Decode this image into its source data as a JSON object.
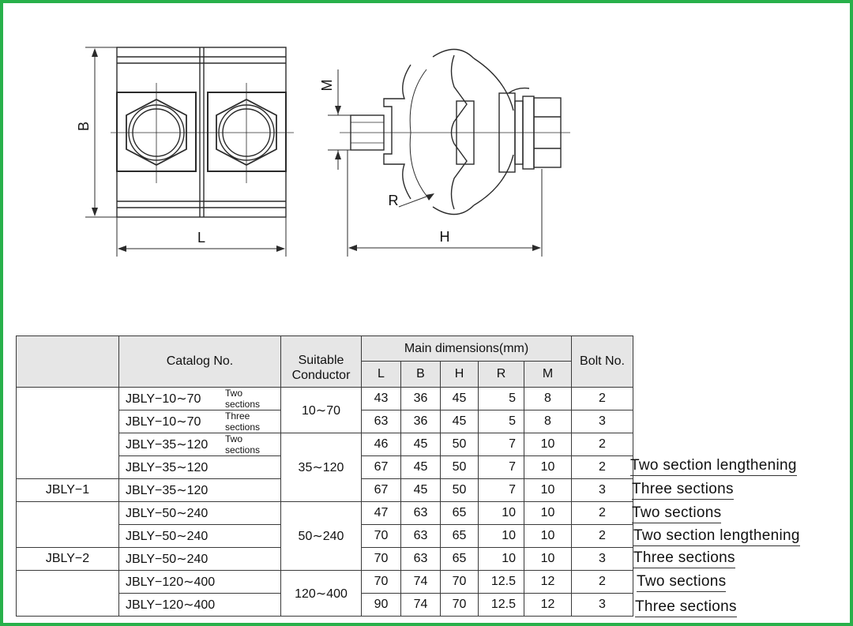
{
  "drawing": {
    "front_view": {
      "dim_length": "L",
      "dim_height": "B"
    },
    "side_view": {
      "dim_width": "H",
      "dim_gap": "M",
      "dim_radius": "R"
    }
  },
  "table": {
    "header": {
      "catalog": "Catalog No.",
      "conductor_line1": "Suitable",
      "conductor_line2": "Conductor",
      "main_dimensions": "Main dimensions(mm)",
      "bolt": "Bolt No.",
      "cols": [
        "L",
        "B",
        "H",
        "R",
        "M"
      ]
    },
    "rows": [
      {
        "group": "",
        "catalog": "JBLY−10∼70",
        "note": "Two sections",
        "L": "43",
        "B": "36",
        "H": "45",
        "R": "5",
        "M": "8",
        "bolt": "2"
      },
      {
        "group": "",
        "catalog": "JBLY−10∼70",
        "note": "Three sections",
        "L": "63",
        "B": "36",
        "H": "45",
        "R": "5",
        "M": "8",
        "bolt": "3"
      },
      {
        "group": "",
        "catalog": "JBLY−35∼120",
        "note": "Two sections",
        "L": "46",
        "B": "45",
        "H": "50",
        "R": "7",
        "M": "10",
        "bolt": "2"
      },
      {
        "group": "",
        "catalog": "JBLY−35∼120",
        "note": "",
        "L": "67",
        "B": "45",
        "H": "50",
        "R": "7",
        "M": "10",
        "bolt": "2"
      },
      {
        "group": "JBLY−1",
        "catalog": "JBLY−35∼120",
        "note": "",
        "L": "67",
        "B": "45",
        "H": "50",
        "R": "7",
        "M": "10",
        "bolt": "3"
      },
      {
        "group": "",
        "catalog": "JBLY−50∼240",
        "note": "",
        "L": "47",
        "B": "63",
        "H": "65",
        "R": "10",
        "M": "10",
        "bolt": "2"
      },
      {
        "group": "",
        "catalog": "JBLY−50∼240",
        "note": "",
        "L": "70",
        "B": "63",
        "H": "65",
        "R": "10",
        "M": "10",
        "bolt": "2"
      },
      {
        "group": "JBLY−2",
        "catalog": "JBLY−50∼240",
        "note": "",
        "L": "70",
        "B": "63",
        "H": "65",
        "R": "10",
        "M": "10",
        "bolt": "3"
      },
      {
        "group": "",
        "catalog": "JBLY−120∼400",
        "note": "",
        "L": "70",
        "B": "74",
        "H": "70",
        "R": "12.5",
        "M": "12",
        "bolt": "2"
      },
      {
        "group": "",
        "catalog": "JBLY−120∼400",
        "note": "",
        "L": "90",
        "B": "74",
        "H": "70",
        "R": "12.5",
        "M": "12",
        "bolt": "3"
      }
    ],
    "conductors": [
      "10∼70",
      "35∼120",
      "50∼240",
      "120∼400"
    ]
  },
  "remarks": [
    "Two section lengthening",
    "Three sections",
    "Two sections",
    "Two section lengthening",
    "Three sections",
    "Two sections",
    "Three sections"
  ],
  "colors": {
    "frame": "#28b04a",
    "header_fill": "#e6e6e6",
    "line": "#2b2b2b"
  }
}
